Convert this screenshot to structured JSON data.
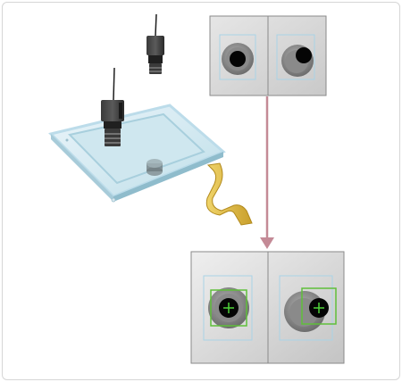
{
  "figure": {
    "kind": "machine-vision-inspection-diagram",
    "components": [
      "camera-overhead",
      "camera-angled",
      "glass-panel",
      "flexible-cable",
      "inspection-view-before",
      "inspection-view-after",
      "process-arrow"
    ],
    "colors": {
      "arrow": "#c48a96",
      "roi_box": "#a9d3e6",
      "detection_box": "#5fbf3a",
      "crosshair": "#4ed43a",
      "cable": "#e3c24e",
      "glass_edge": "#b9dbe9"
    }
  }
}
